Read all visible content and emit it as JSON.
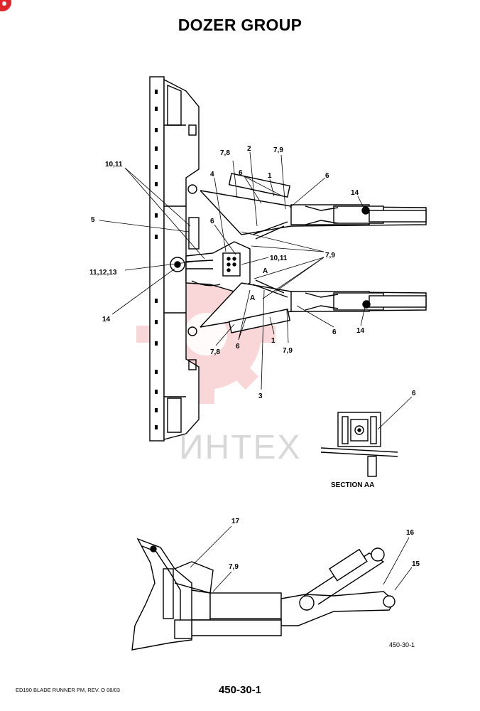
{
  "title": "DOZER GROUP",
  "footer": {
    "doc_ref": "ED190 BLADE RUNNER PM,  REV. O  08/03",
    "page_number": "450-30-1"
  },
  "figure_ref": "450-30-1",
  "section_label": "SECTION AA",
  "watermark": {
    "text": "ИНТЕХ",
    "color": "#e0262b"
  },
  "callouts": {
    "c1_top": "1",
    "c1_bottom": "1",
    "c2": "2",
    "c3": "3",
    "c4": "4",
    "c5": "5",
    "c6_right": "6",
    "c6_upper": "6",
    "c6_mid": "6",
    "c6_lower": "6",
    "c6_right_low": "6",
    "c6_section": "6",
    "c78_top": "7,8",
    "c78_bottom": "7,8",
    "c79_top": "7,9",
    "c79_mid": "7,9",
    "c79_bottom": "7,9",
    "c79_side": "7,9",
    "c1011_left": "10,11",
    "c1011_mid": "10,11",
    "c111213": "11,12,13",
    "c14_left": "14",
    "c14_top": "14",
    "c14_bottom": "14",
    "c15": "15",
    "c16": "16",
    "c17": "17",
    "a_upper": "A",
    "a_lower": "A"
  }
}
